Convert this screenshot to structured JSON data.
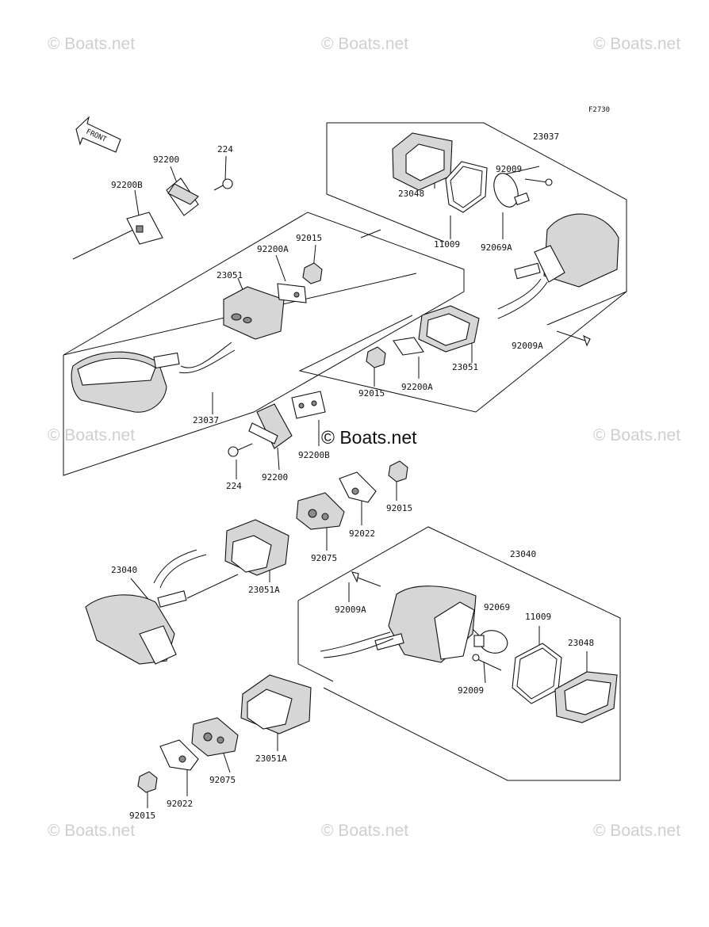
{
  "diagram": {
    "figure_code": "F2730",
    "front_arrow_label": "FRONT",
    "watermark_text": "© Boats.net",
    "center_watermark_text": "© Boats.net",
    "parts": [
      {
        "number": "224"
      },
      {
        "number": "92200"
      },
      {
        "number": "92200B"
      },
      {
        "number": "92015"
      },
      {
        "number": "92200A"
      },
      {
        "number": "23051"
      },
      {
        "number": "23037"
      },
      {
        "number": "23048"
      },
      {
        "number": "11009"
      },
      {
        "number": "92009"
      },
      {
        "number": "92069A"
      },
      {
        "number": "92009A"
      },
      {
        "number": "23051"
      },
      {
        "number": "92015"
      },
      {
        "number": "92200A"
      },
      {
        "number": "23037"
      },
      {
        "number": "92200B"
      },
      {
        "number": "224"
      },
      {
        "number": "92200"
      },
      {
        "number": "92015"
      },
      {
        "number": "92022"
      },
      {
        "number": "92075"
      },
      {
        "number": "23040"
      },
      {
        "number": "23051A"
      },
      {
        "number": "23040"
      },
      {
        "number": "92009A"
      },
      {
        "number": "92069"
      },
      {
        "number": "11009"
      },
      {
        "number": "23048"
      },
      {
        "number": "92009"
      },
      {
        "number": "23051A"
      },
      {
        "number": "92075"
      },
      {
        "number": "92022"
      },
      {
        "number": "92015"
      }
    ]
  }
}
